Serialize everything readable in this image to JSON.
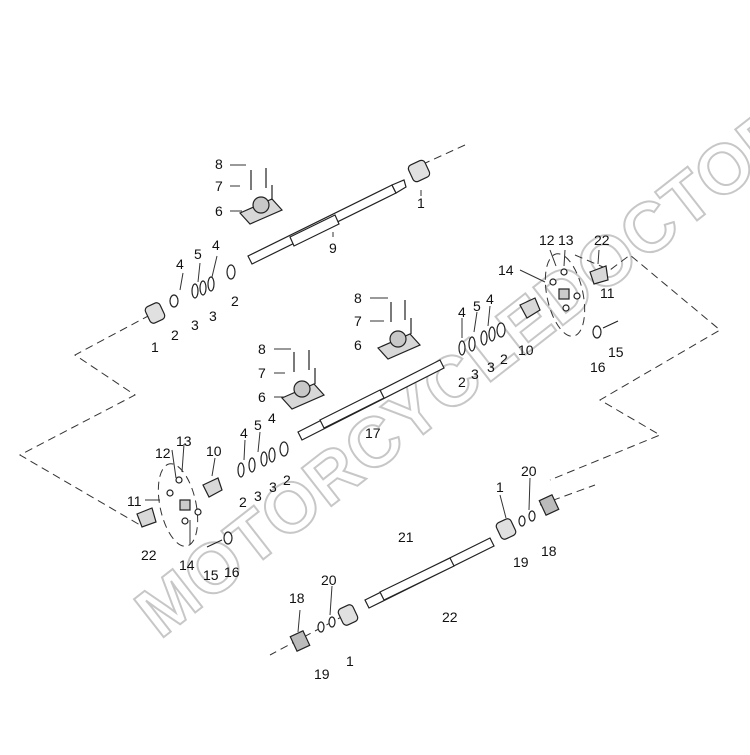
{
  "diagram": {
    "watermark": "MOTORCYCLEDOCTOR",
    "labels": {
      "top": [
        "8",
        "7",
        "6",
        "1",
        "9",
        "4",
        "5",
        "4",
        "1",
        "2",
        "3",
        "3",
        "2"
      ],
      "mid": [
        "12",
        "13",
        "22",
        "14",
        "11",
        "8",
        "7",
        "6",
        "4",
        "5",
        "4",
        "10",
        "16",
        "15",
        "2",
        "3",
        "3",
        "2",
        "8",
        "7",
        "6",
        "17"
      ],
      "low": [
        "12",
        "13",
        "10",
        "4",
        "5",
        "4",
        "11",
        "2",
        "3",
        "3",
        "2",
        "22",
        "14",
        "15",
        "16",
        "1",
        "20",
        "19",
        "18"
      ],
      "bottom": [
        "21",
        "22",
        "20",
        "18",
        "19",
        "1"
      ]
    }
  }
}
